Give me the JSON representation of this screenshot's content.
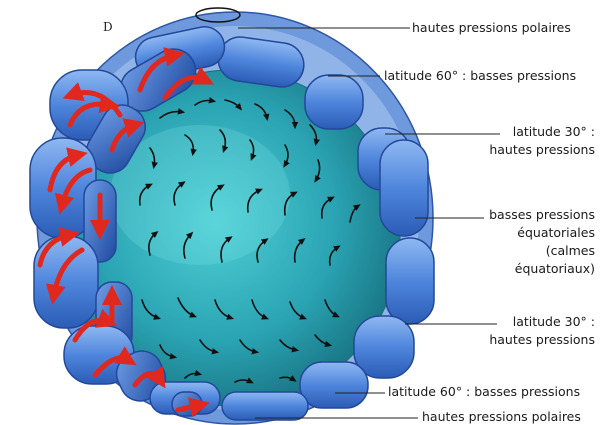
{
  "figure": {
    "panel_letter": "D",
    "labels": {
      "polar_high_north": "hautes pressions polaires",
      "lat60_north": "latitude 60° : basses pressions",
      "lat30_north_line1": "latitude 30° :",
      "lat30_north_line2": "hautes pressions",
      "equator_line1": "basses pressions",
      "equator_line2": "équatoriales",
      "equator_line3": "(calmes",
      "equator_line4": "équatoriaux)",
      "lat30_south_line1": "latitude 30° :",
      "lat30_south_line2": "hautes pressions",
      "lat60_south": "latitude 60° : basses pressions",
      "polar_high_south": "hautes pressions polaires"
    },
    "colors": {
      "sphere": "#2fa6b4",
      "cell_blue": "#4a7fd6",
      "cell_dark": "#2d5fb8",
      "arrow_red": "#e0281e",
      "arrow_black": "#111111",
      "leader_line": "#222222"
    }
  }
}
